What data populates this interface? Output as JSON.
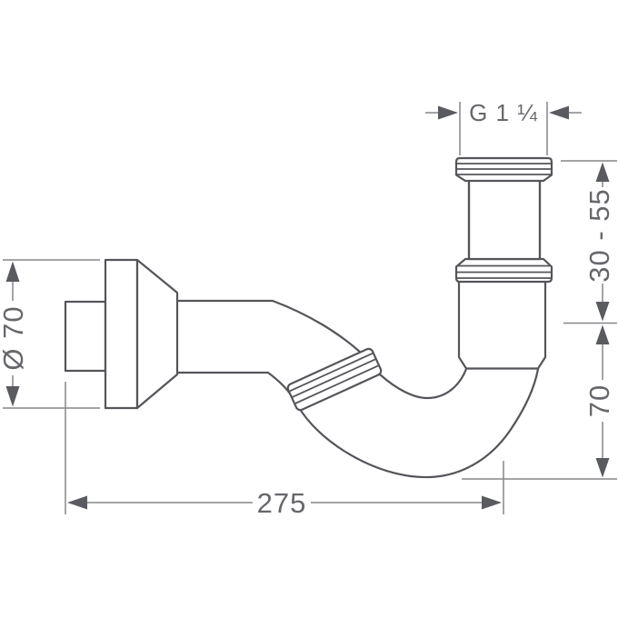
{
  "drawing": {
    "type": "technical-dimension-drawing",
    "subject": "tube-trap-siphon",
    "colors": {
      "background": "#ffffff",
      "part_outline": "#54555a",
      "dimension_lines": "#85868a",
      "arrows": "#5a5b60",
      "text": "#66676b"
    },
    "dimensions": {
      "thread": {
        "label": "G 1 ¼"
      },
      "range": {
        "label": "30 - 55"
      },
      "height": {
        "label": "70"
      },
      "diameter": {
        "label": "Ø 70"
      },
      "length": {
        "label": "275"
      }
    }
  }
}
